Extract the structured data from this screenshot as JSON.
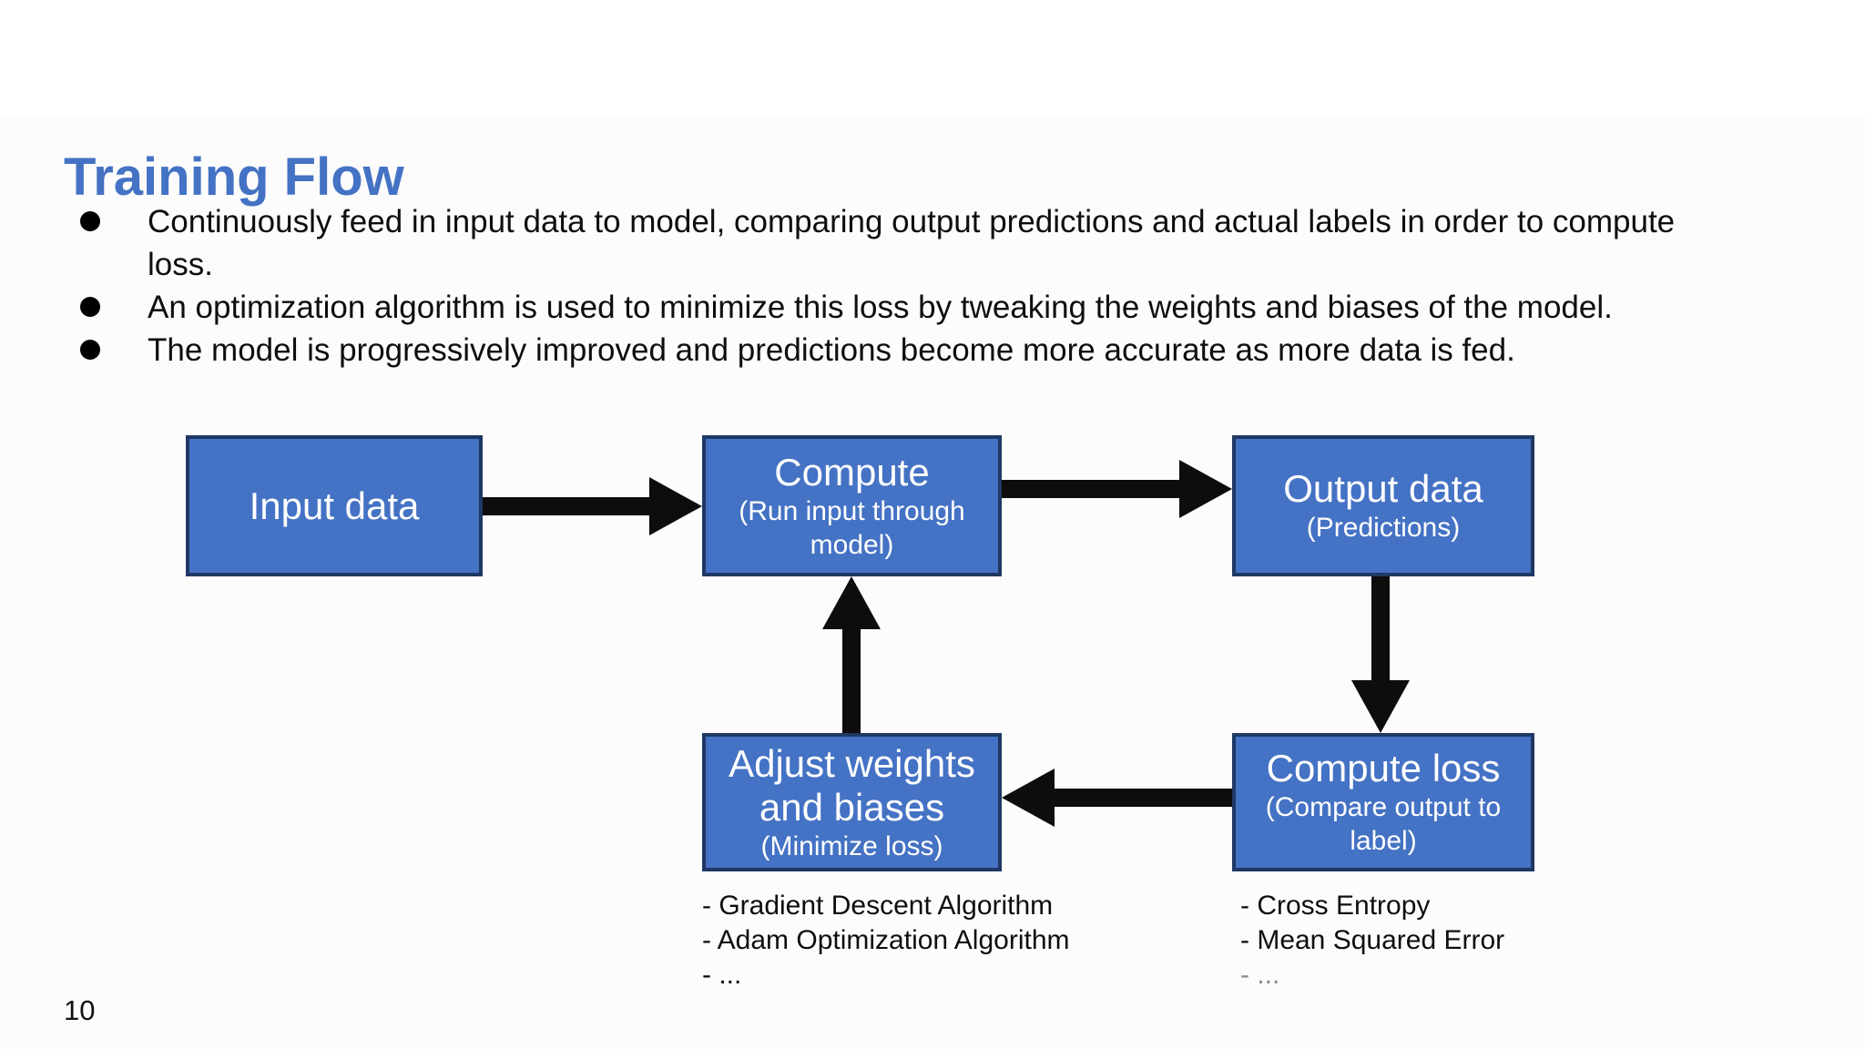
{
  "slide": {
    "title": "Training Flow",
    "page_number": "10",
    "bullets": [
      "Continuously feed in input data to model, comparing output predictions and actual labels in order to compute loss.",
      "An optimization algorithm is used to minimize this loss by tweaking the weights and biases of the model.",
      "The model is progressively improved and predictions become more accurate as more data is fed."
    ]
  },
  "diagram": {
    "input_box": {
      "title": "Input data"
    },
    "compute_box": {
      "title": "Compute",
      "subtitle": "(Run input through model)"
    },
    "output_box": {
      "title": "Output data",
      "subtitle": "(Predictions)"
    },
    "loss_box": {
      "title": "Compute loss",
      "subtitle": "(Compare output to label)"
    },
    "adjust_box": {
      "title": "Adjust weights and biases",
      "subtitle": "(Minimize loss)"
    },
    "optimizer_notes": [
      "- Gradient Descent Algorithm",
      "- Adam Optimization Algorithm",
      "- ..."
    ],
    "loss_notes": [
      "- Cross Entropy",
      "- Mean Squared Error",
      "- ..."
    ]
  },
  "colors": {
    "accent_blue": "#4472C4",
    "box_border": "#1F3864",
    "arrow_black": "#0D0D0D"
  }
}
